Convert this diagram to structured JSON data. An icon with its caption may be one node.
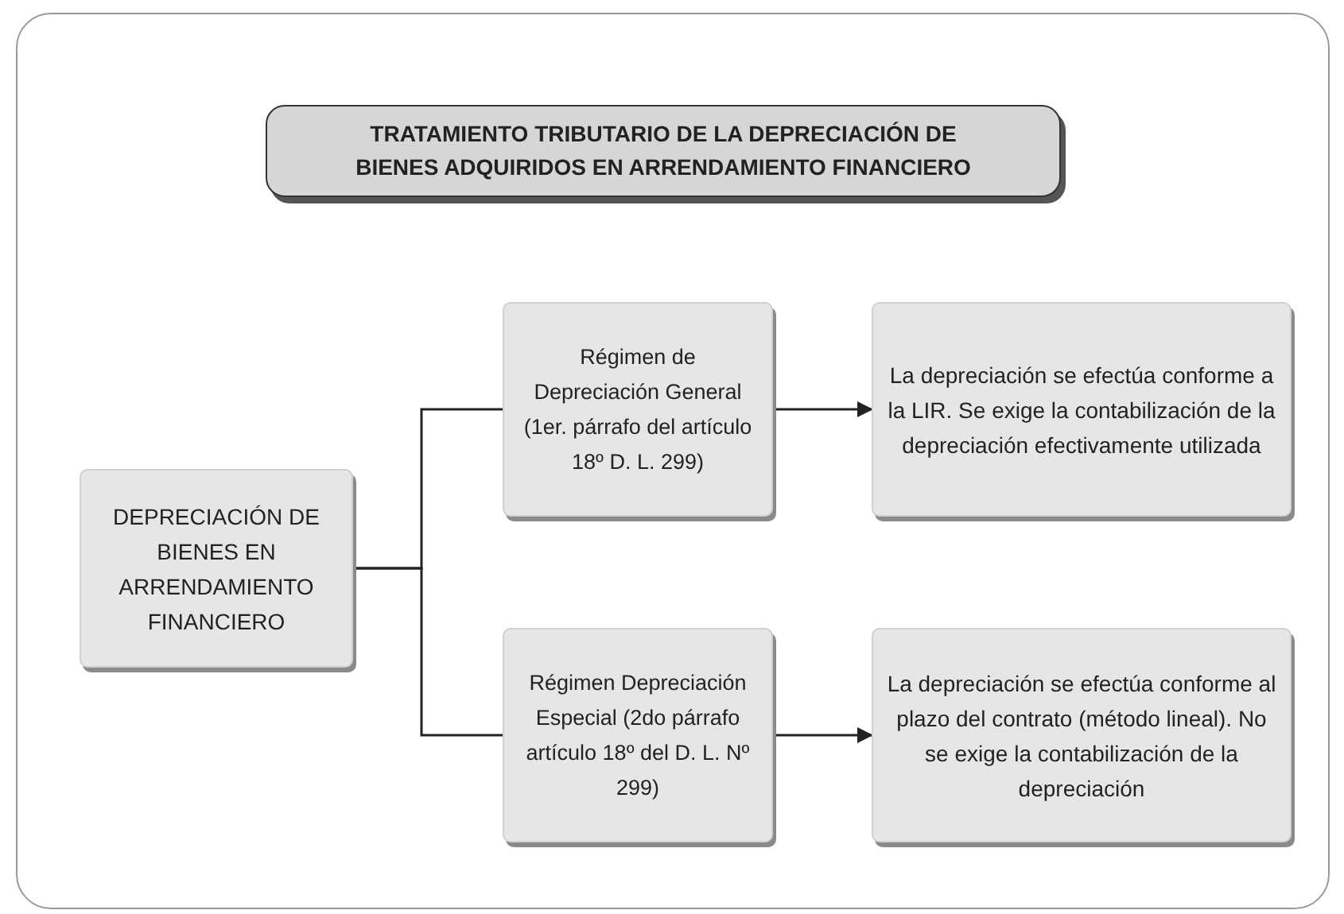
{
  "diagram": {
    "title": "TRATAMIENTO TRIBUTARIO DE LA DEPRECIACIÓN DE BIENES ADQUIRIDOS EN  ARRENDAMIENTO FINANCIERO",
    "nodes": [
      {
        "text": [
          "DEPRECIACIÓN DE BIENES EN ARRENDAMIENTO FINANCIERO"
        ]
      },
      {
        "text": [
          "Régimen de Depreciación General (1er. párrafo del artículo 18º D. L. 299)"
        ]
      },
      {
        "text": [
          "La depreciación se efectúa conforme a la LIR. Se exige la contabilización de la depreciación efectivamente utilizada"
        ]
      },
      {
        "text": [
          "Régimen Depreciación Especial (2do párrafo artículo 18º del D. L. Nº 299)"
        ]
      },
      {
        "text": [
          "La depreciación se efectúa conforme al plazo del contrato (método lineal). No se exige la contabilización de la depreciación"
        ]
      }
    ],
    "edges": [
      {
        "from": 0,
        "to": 1,
        "arrow": "none"
      },
      {
        "from": 0,
        "to": 3,
        "arrow": "none"
      },
      {
        "from": 1,
        "to": 2,
        "arrow": "to"
      },
      {
        "from": 3,
        "to": 4,
        "arrow": "to"
      }
    ]
  }
}
